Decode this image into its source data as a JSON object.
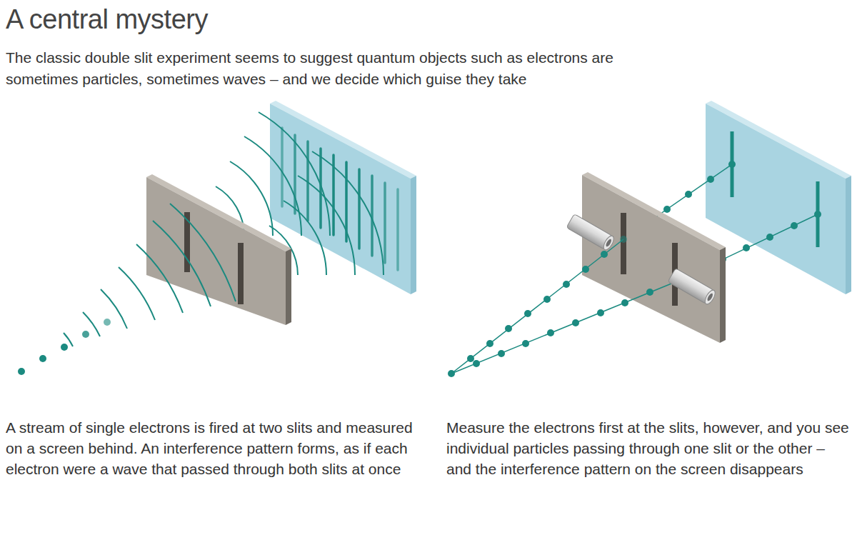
{
  "diagram": {
    "title": "A central mystery",
    "labels": [
      "The classic double slit experiment seems to suggest quantum objects such as electrons are sometimes particles, sometimes waves – and we decide which guise they take",
      "A stream of single electrons is fired at two slits and measured on a screen behind. An interference pattern forms, as if each electron were a wave that passed through both slits at once",
      "Measure the electrons first at the slits, however, and you see individual particles passing through one slit or the other – and the interference pattern on the screen disappears"
    ]
  }
}
